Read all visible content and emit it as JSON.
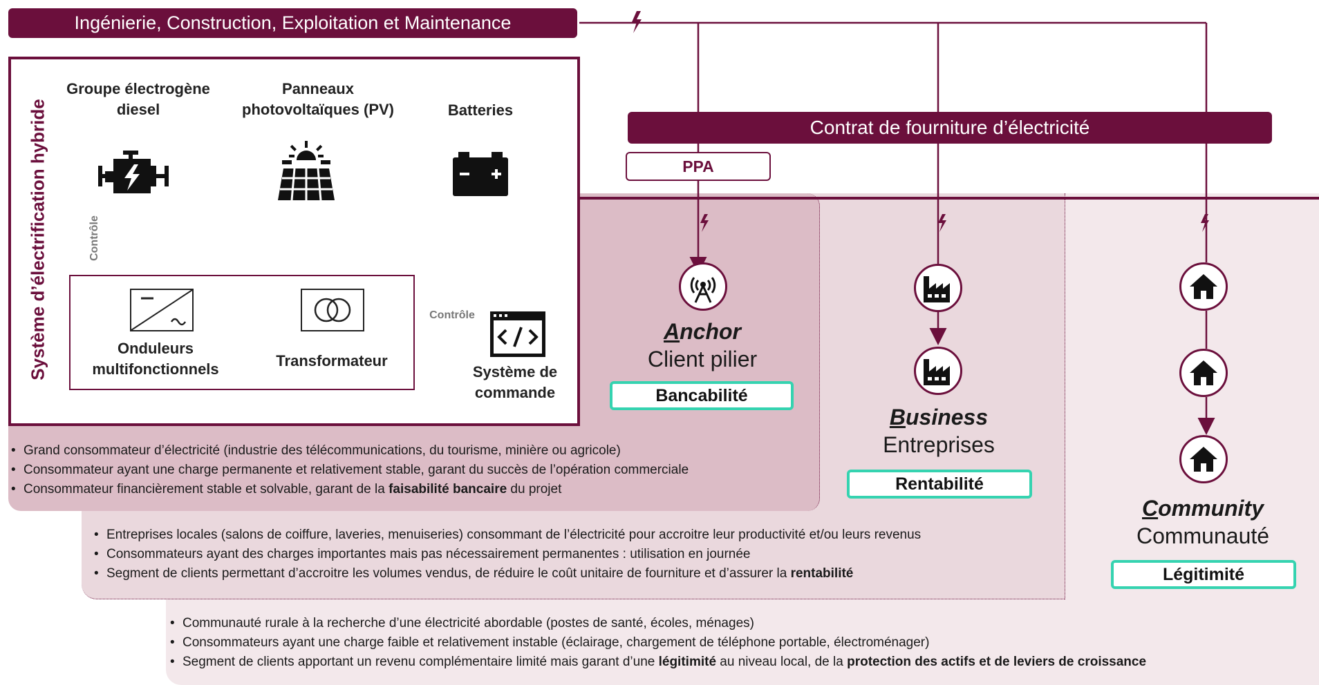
{
  "header_banner": "Ingénierie, Construction, Exploitation et Maintenance",
  "contract_banner": "Contrat de fourniture d’électricité",
  "ppa_label": "PPA",
  "hybrid_system": {
    "vertical_title": "Système d’électrification hybride",
    "components": {
      "diesel": "Groupe électrogène diesel",
      "pv": "Panneaux photovoltaïques (PV)",
      "batteries": "Batteries",
      "inverters": "Onduleurs multifonctionnels",
      "transformer": "Transformateur",
      "control_system": "Système de commande"
    },
    "control_label_vertical": "Contrôle",
    "control_label_horizontal": "Contrôle"
  },
  "segments": {
    "anchor": {
      "en": "Anchor",
      "fr": "Client pilier",
      "badge": "Bancabilité"
    },
    "business": {
      "en": "Business",
      "fr": "Entreprises",
      "badge": "Rentabilité"
    },
    "community": {
      "en": "Community",
      "fr": "Communauté",
      "badge": "Légitimité"
    }
  },
  "anchor_bullets": [
    {
      "text": "Grand consommateur d’électricité (industrie des télécommunications, du tourisme, minière ou agricole)"
    },
    {
      "text": "Consommateur ayant une charge permanente et relativement stable, garant du succès de l’opération commerciale"
    },
    {
      "pre": "Consommateur financièrement stable et solvable, garant de la ",
      "b1": "faisabilité bancaire",
      "post": " du projet"
    }
  ],
  "business_bullets": [
    {
      "text": "Entreprises locales  (salons de coiffure, laveries, menuiseries) consommant de l’électricité pour accroitre leur productivité et/ou leurs revenus"
    },
    {
      "text": "Consommateurs ayant des charges importantes mais pas nécessairement permanentes : utilisation en journée"
    },
    {
      "pre": "Segment de clients permettant d’accroitre les volumes vendus, de réduire le coût unitaire de fourniture et d’assurer la ",
      "b1": "rentabilité"
    }
  ],
  "community_bullets": [
    {
      "text": "Communauté rurale à la recherche d’une électricité abordable (postes de santé, écoles, ménages)"
    },
    {
      "text": "Consommateurs ayant une charge faible et relativement instable (éclairage, chargement de téléphone portable, électroménager)"
    },
    {
      "pre": "Segment de clients apportant un revenu complémentaire limité mais garant d’une ",
      "b1": "légitimité",
      "mid": " au niveau local, de la ",
      "b2": "protection des actifs et de leviers de croissance"
    }
  ],
  "colors": {
    "primary": "#6b0f3c",
    "anchor_bg": "#dcbcc6",
    "business_bg": "#ead8dd",
    "community_bg": "#f3e8eb",
    "badge_border": "#35d3b0"
  },
  "icons": [
    "engine-icon",
    "solar-panel-icon",
    "battery-icon",
    "inverter-icon",
    "transformer-icon",
    "code-window-icon",
    "antenna-icon",
    "factory-icon",
    "house-icon",
    "lightning-icon"
  ]
}
